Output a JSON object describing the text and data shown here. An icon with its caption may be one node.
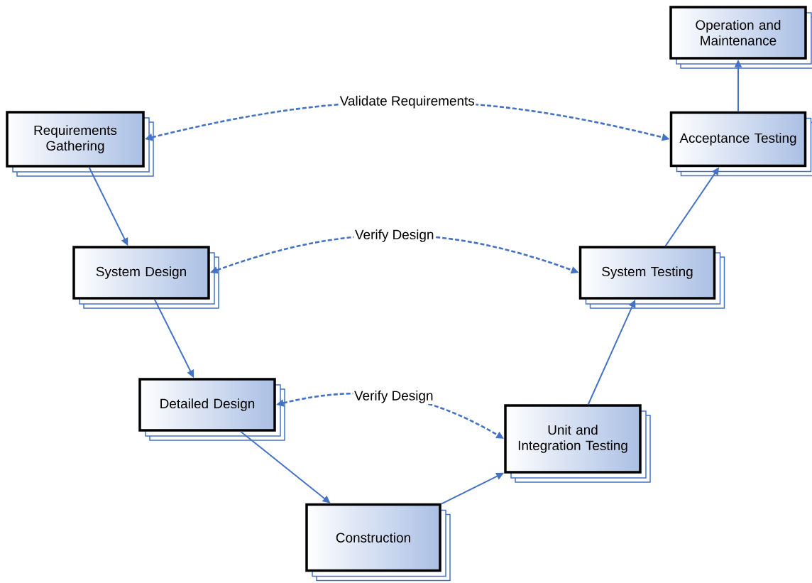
{
  "diagram": {
    "nodes": [
      {
        "text": [
          "Requirements Gathering"
        ]
      },
      {
        "text": [
          "System Design"
        ]
      },
      {
        "text": [
          "Detailed Design"
        ]
      },
      {
        "text": [
          "Construction"
        ]
      },
      {
        "text": [
          "Unit and Integration Testing"
        ]
      },
      {
        "text": [
          "System Testing"
        ]
      },
      {
        "text": [
          "Acceptance Testing"
        ]
      },
      {
        "text": [
          "Operation and Maintenance"
        ]
      }
    ],
    "edges": [
      {
        "from": 0,
        "to": 1,
        "arrow": "to"
      },
      {
        "from": 1,
        "to": 2,
        "arrow": "to"
      },
      {
        "from": 2,
        "to": 3,
        "arrow": "to"
      },
      {
        "from": 3,
        "to": 4,
        "arrow": "to"
      },
      {
        "from": 4,
        "to": 5,
        "arrow": "to"
      },
      {
        "from": 5,
        "to": 6,
        "arrow": "to"
      },
      {
        "from": 6,
        "to": 7,
        "arrow": "to"
      },
      {
        "from": 0,
        "to": 6,
        "arrow": "both",
        "label": "Validate Requirements",
        "style": "dashed"
      },
      {
        "from": 1,
        "to": 5,
        "arrow": "both",
        "label": "Verify Design",
        "style": "dashed"
      },
      {
        "from": 2,
        "to": 4,
        "arrow": "both",
        "label": "Verify Design",
        "style": "dashed"
      }
    ]
  }
}
